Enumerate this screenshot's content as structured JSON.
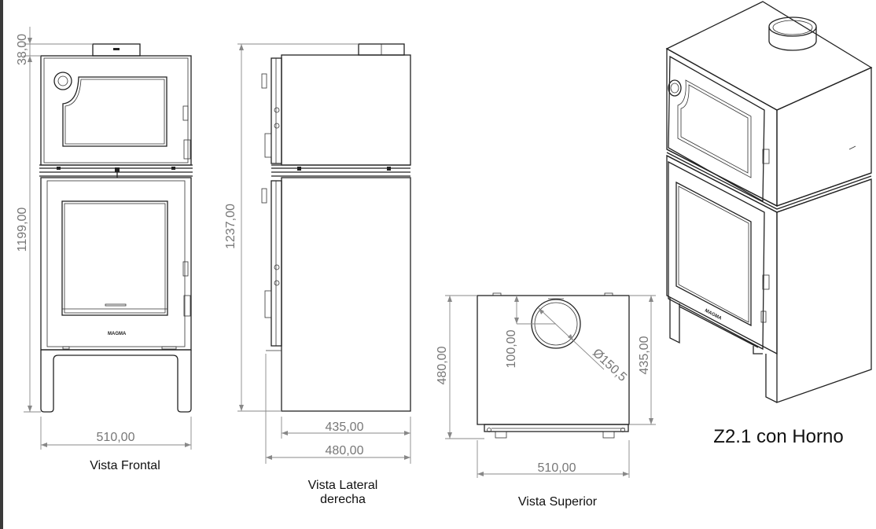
{
  "dimensions": {
    "front_top_height": "38,00",
    "front_height": "1199,00",
    "front_width": "510,00",
    "side_height": "1237,00",
    "side_depth_body": "435,00",
    "side_depth_total": "480,00",
    "top_depth_total": "480,00",
    "top_flue_offset": "100,00",
    "top_flue_diameter": "Ø150,5",
    "top_depth_body": "435,00",
    "top_width": "510,00"
  },
  "captions": {
    "front_view": "Vista Frontal",
    "side_view_line1": "Vista Lateral",
    "side_view_line2": "derecha",
    "top_view": "Vista Superior"
  },
  "model_title": "Z2.1 con Horno",
  "brand_mark": "MAGMA",
  "colors": {
    "line": "#222222",
    "dimension": "#777777",
    "border": "#3a3a3a"
  }
}
